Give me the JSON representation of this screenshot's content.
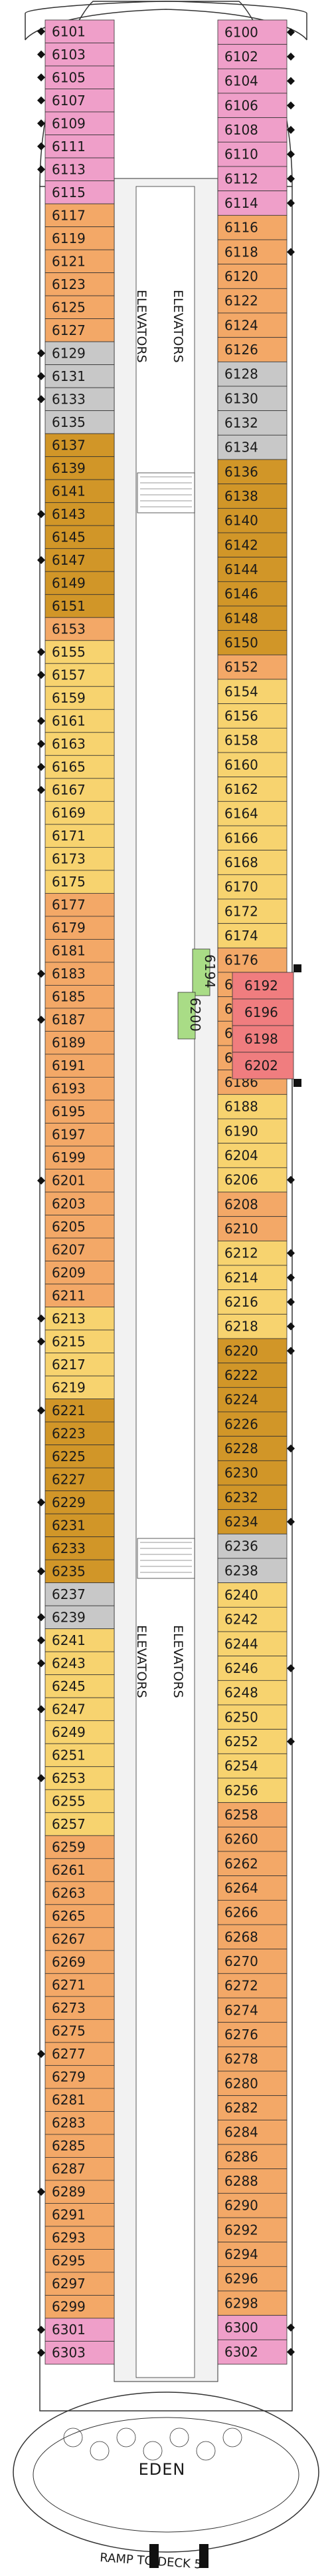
{
  "deck": {
    "colors": {
      "pink": "#ef9fc9",
      "orange": "#f3a867",
      "gold": "#d19628",
      "yellow": "#f7d36f",
      "gray": "#c8c8c8",
      "green": "#a9dc86",
      "red": "#f07d7f",
      "corridor": "#f2f2f2",
      "outline": "#333333"
    },
    "elevator_label": "ELEVATORS",
    "eden_label": "EDEN",
    "ramp_label": "RAMP TO DECK 5",
    "port_cabins": [
      {
        "n": "6101",
        "c": "pink",
        "i": "diamond"
      },
      {
        "n": "6103",
        "c": "pink",
        "i": "diamond"
      },
      {
        "n": "6105",
        "c": "pink",
        "i": "diamond"
      },
      {
        "n": "6107",
        "c": "pink",
        "i": "diamond"
      },
      {
        "n": "6109",
        "c": "pink",
        "i": "diamond"
      },
      {
        "n": "6111",
        "c": "pink",
        "i": "diamond"
      },
      {
        "n": "6113",
        "c": "pink",
        "i": "diamond"
      },
      {
        "n": "6115",
        "c": "pink",
        "i": ""
      },
      {
        "n": "6117",
        "c": "orange",
        "i": ""
      },
      {
        "n": "6119",
        "c": "orange",
        "i": ""
      },
      {
        "n": "6121",
        "c": "orange",
        "i": ""
      },
      {
        "n": "6123",
        "c": "orange",
        "i": ""
      },
      {
        "n": "6125",
        "c": "orange",
        "i": ""
      },
      {
        "n": "6127",
        "c": "orange",
        "i": ""
      },
      {
        "n": "6129",
        "c": "gray",
        "i": "diamond"
      },
      {
        "n": "6131",
        "c": "gray",
        "i": "diamond"
      },
      {
        "n": "6133",
        "c": "gray",
        "i": "diamond"
      },
      {
        "n": "6135",
        "c": "gray",
        "i": ""
      },
      {
        "n": "6137",
        "c": "gold",
        "i": ""
      },
      {
        "n": "6139",
        "c": "gold",
        "i": ""
      },
      {
        "n": "6141",
        "c": "gold",
        "i": ""
      },
      {
        "n": "6143",
        "c": "gold",
        "i": "diamond"
      },
      {
        "n": "6145",
        "c": "gold",
        "i": ""
      },
      {
        "n": "6147",
        "c": "gold",
        "i": "diamond"
      },
      {
        "n": "6149",
        "c": "gold",
        "i": ""
      },
      {
        "n": "6151",
        "c": "gold",
        "i": ""
      },
      {
        "n": "6153",
        "c": "orange",
        "i": ""
      },
      {
        "n": "6155",
        "c": "yellow",
        "i": "diamond"
      },
      {
        "n": "6157",
        "c": "yellow",
        "i": "diamond"
      },
      {
        "n": "6159",
        "c": "yellow",
        "i": ""
      },
      {
        "n": "6161",
        "c": "yellow",
        "i": "diamond"
      },
      {
        "n": "6163",
        "c": "yellow",
        "i": "diamond"
      },
      {
        "n": "6165",
        "c": "yellow",
        "i": "diamond"
      },
      {
        "n": "6167",
        "c": "yellow",
        "i": "diamond"
      },
      {
        "n": "6169",
        "c": "yellow",
        "i": ""
      },
      {
        "n": "6171",
        "c": "yellow",
        "i": ""
      },
      {
        "n": "6173",
        "c": "yellow",
        "i": ""
      },
      {
        "n": "6175",
        "c": "yellow",
        "i": ""
      },
      {
        "n": "6177",
        "c": "orange",
        "i": ""
      },
      {
        "n": "6179",
        "c": "orange",
        "i": ""
      },
      {
        "n": "6181",
        "c": "orange",
        "i": ""
      },
      {
        "n": "6183",
        "c": "orange",
        "i": "diamond"
      },
      {
        "n": "6185",
        "c": "orange",
        "i": ""
      },
      {
        "n": "6187",
        "c": "orange",
        "i": "diamond"
      },
      {
        "n": "6189",
        "c": "orange",
        "i": ""
      },
      {
        "n": "6191",
        "c": "orange",
        "i": ""
      },
      {
        "n": "6193",
        "c": "orange",
        "i": ""
      },
      {
        "n": "6195",
        "c": "orange",
        "i": ""
      },
      {
        "n": "6197",
        "c": "orange",
        "i": ""
      },
      {
        "n": "6199",
        "c": "orange",
        "i": ""
      },
      {
        "n": "6201",
        "c": "orange",
        "i": "diamond"
      },
      {
        "n": "6203",
        "c": "orange",
        "i": ""
      },
      {
        "n": "6205",
        "c": "orange",
        "i": ""
      },
      {
        "n": "6207",
        "c": "orange",
        "i": ""
      },
      {
        "n": "6209",
        "c": "orange",
        "i": ""
      },
      {
        "n": "6211",
        "c": "orange",
        "i": ""
      },
      {
        "n": "6213",
        "c": "yellow",
        "i": "diamond"
      },
      {
        "n": "6215",
        "c": "yellow",
        "i": "diamond"
      },
      {
        "n": "6217",
        "c": "yellow",
        "i": ""
      },
      {
        "n": "6219",
        "c": "yellow",
        "i": ""
      },
      {
        "n": "6221",
        "c": "gold",
        "i": "diamond"
      },
      {
        "n": "6223",
        "c": "gold",
        "i": ""
      },
      {
        "n": "6225",
        "c": "gold",
        "i": ""
      },
      {
        "n": "6227",
        "c": "gold",
        "i": ""
      },
      {
        "n": "6229",
        "c": "gold",
        "i": "diamond"
      },
      {
        "n": "6231",
        "c": "gold",
        "i": ""
      },
      {
        "n": "6233",
        "c": "gold",
        "i": ""
      },
      {
        "n": "6235",
        "c": "gold",
        "i": "diamond"
      },
      {
        "n": "6237",
        "c": "gray",
        "i": ""
      },
      {
        "n": "6239",
        "c": "gray",
        "i": "diamond"
      },
      {
        "n": "6241",
        "c": "yellow",
        "i": "diamond"
      },
      {
        "n": "6243",
        "c": "yellow",
        "i": "diamond"
      },
      {
        "n": "6245",
        "c": "yellow",
        "i": ""
      },
      {
        "n": "6247",
        "c": "yellow",
        "i": "diamond"
      },
      {
        "n": "6249",
        "c": "yellow",
        "i": ""
      },
      {
        "n": "6251",
        "c": "yellow",
        "i": ""
      },
      {
        "n": "6253",
        "c": "yellow",
        "i": "diamond"
      },
      {
        "n": "6255",
        "c": "yellow",
        "i": ""
      },
      {
        "n": "6257",
        "c": "yellow",
        "i": ""
      },
      {
        "n": "6259",
        "c": "orange",
        "i": ""
      },
      {
        "n": "6261",
        "c": "orange",
        "i": ""
      },
      {
        "n": "6263",
        "c": "orange",
        "i": ""
      },
      {
        "n": "6265",
        "c": "orange",
        "i": ""
      },
      {
        "n": "6267",
        "c": "orange",
        "i": ""
      },
      {
        "n": "6269",
        "c": "orange",
        "i": ""
      },
      {
        "n": "6271",
        "c": "orange",
        "i": ""
      },
      {
        "n": "6273",
        "c": "orange",
        "i": ""
      },
      {
        "n": "6275",
        "c": "orange",
        "i": ""
      },
      {
        "n": "6277",
        "c": "orange",
        "i": "diamond"
      },
      {
        "n": "6279",
        "c": "orange",
        "i": ""
      },
      {
        "n": "6281",
        "c": "orange",
        "i": ""
      },
      {
        "n": "6283",
        "c": "orange",
        "i": ""
      },
      {
        "n": "6285",
        "c": "orange",
        "i": ""
      },
      {
        "n": "6287",
        "c": "orange",
        "i": ""
      },
      {
        "n": "6289",
        "c": "orange",
        "i": "diamond"
      },
      {
        "n": "6291",
        "c": "orange",
        "i": ""
      },
      {
        "n": "6293",
        "c": "orange",
        "i": ""
      },
      {
        "n": "6295",
        "c": "orange",
        "i": ""
      },
      {
        "n": "6297",
        "c": "orange",
        "i": ""
      },
      {
        "n": "6299",
        "c": "orange",
        "i": ""
      },
      {
        "n": "6301",
        "c": "pink",
        "i": "diamond"
      },
      {
        "n": "6303",
        "c": "pink",
        "i": "diamond"
      }
    ],
    "starboard_cabins": [
      {
        "n": "6100",
        "c": "pink",
        "i": "diamond"
      },
      {
        "n": "6102",
        "c": "pink",
        "i": "diamond"
      },
      {
        "n": "6104",
        "c": "pink",
        "i": "diamond"
      },
      {
        "n": "6106",
        "c": "pink",
        "i": "diamond"
      },
      {
        "n": "6108",
        "c": "pink",
        "i": "diamond"
      },
      {
        "n": "6110",
        "c": "pink",
        "i": "diamond"
      },
      {
        "n": "6112",
        "c": "pink",
        "i": "diamond"
      },
      {
        "n": "6114",
        "c": "pink",
        "i": "diamond"
      },
      {
        "n": "6116",
        "c": "orange",
        "i": ""
      },
      {
        "n": "6118",
        "c": "orange",
        "i": "diamond"
      },
      {
        "n": "6120",
        "c": "orange",
        "i": ""
      },
      {
        "n": "6122",
        "c": "orange",
        "i": ""
      },
      {
        "n": "6124",
        "c": "orange",
        "i": ""
      },
      {
        "n": "6126",
        "c": "orange",
        "i": ""
      },
      {
        "n": "6128",
        "c": "gray",
        "i": ""
      },
      {
        "n": "6130",
        "c": "gray",
        "i": ""
      },
      {
        "n": "6132",
        "c": "gray",
        "i": ""
      },
      {
        "n": "6134",
        "c": "gray",
        "i": ""
      },
      {
        "n": "6136",
        "c": "gold",
        "i": ""
      },
      {
        "n": "6138",
        "c": "gold",
        "i": ""
      },
      {
        "n": "6140",
        "c": "gold",
        "i": ""
      },
      {
        "n": "6142",
        "c": "gold",
        "i": ""
      },
      {
        "n": "6144",
        "c": "gold",
        "i": ""
      },
      {
        "n": "6146",
        "c": "gold",
        "i": ""
      },
      {
        "n": "6148",
        "c": "gold",
        "i": ""
      },
      {
        "n": "6150",
        "c": "gold",
        "i": ""
      },
      {
        "n": "6152",
        "c": "orange",
        "i": ""
      },
      {
        "n": "6154",
        "c": "yellow",
        "i": ""
      },
      {
        "n": "6156",
        "c": "yellow",
        "i": ""
      },
      {
        "n": "6158",
        "c": "yellow",
        "i": ""
      },
      {
        "n": "6160",
        "c": "yellow",
        "i": ""
      },
      {
        "n": "6162",
        "c": "yellow",
        "i": ""
      },
      {
        "n": "6164",
        "c": "yellow",
        "i": ""
      },
      {
        "n": "6166",
        "c": "yellow",
        "i": ""
      },
      {
        "n": "6168",
        "c": "yellow",
        "i": ""
      },
      {
        "n": "6170",
        "c": "yellow",
        "i": ""
      },
      {
        "n": "6172",
        "c": "yellow",
        "i": ""
      },
      {
        "n": "6174",
        "c": "yellow",
        "i": ""
      },
      {
        "n": "6176",
        "c": "orange",
        "i": ""
      },
      {
        "n": "6178",
        "c": "orange",
        "i": ""
      },
      {
        "n": "6180",
        "c": "orange",
        "i": ""
      },
      {
        "n": "6182",
        "c": "orange",
        "i": ""
      },
      {
        "n": "6184",
        "c": "orange",
        "i": ""
      },
      {
        "n": "6186",
        "c": "orange",
        "i": ""
      },
      {
        "n": "6188",
        "c": "yellow",
        "i": ""
      },
      {
        "n": "6190",
        "c": "yellow",
        "i": ""
      },
      {
        "n": "6204",
        "c": "yellow",
        "i": ""
      },
      {
        "n": "6206",
        "c": "yellow",
        "i": "diamond"
      },
      {
        "n": "6208",
        "c": "orange",
        "i": ""
      },
      {
        "n": "6210",
        "c": "orange",
        "i": ""
      },
      {
        "n": "6212",
        "c": "yellow",
        "i": "diamond"
      },
      {
        "n": "6214",
        "c": "yellow",
        "i": "diamond"
      },
      {
        "n": "6216",
        "c": "yellow",
        "i": "diamond"
      },
      {
        "n": "6218",
        "c": "yellow",
        "i": "diamond"
      },
      {
        "n": "6220",
        "c": "gold",
        "i": "diamond"
      },
      {
        "n": "6222",
        "c": "gold",
        "i": ""
      },
      {
        "n": "6224",
        "c": "gold",
        "i": ""
      },
      {
        "n": "6226",
        "c": "gold",
        "i": ""
      },
      {
        "n": "6228",
        "c": "gold",
        "i": "diamond"
      },
      {
        "n": "6230",
        "c": "gold",
        "i": ""
      },
      {
        "n": "6232",
        "c": "gold",
        "i": ""
      },
      {
        "n": "6234",
        "c": "gold",
        "i": "diamond"
      },
      {
        "n": "6236",
        "c": "gray",
        "i": ""
      },
      {
        "n": "6238",
        "c": "gray",
        "i": ""
      },
      {
        "n": "6240",
        "c": "yellow",
        "i": ""
      },
      {
        "n": "6242",
        "c": "yellow",
        "i": ""
      },
      {
        "n": "6244",
        "c": "yellow",
        "i": ""
      },
      {
        "n": "6246",
        "c": "yellow",
        "i": "diamond"
      },
      {
        "n": "6248",
        "c": "yellow",
        "i": ""
      },
      {
        "n": "6250",
        "c": "yellow",
        "i": ""
      },
      {
        "n": "6252",
        "c": "yellow",
        "i": "diamond"
      },
      {
        "n": "6254",
        "c": "yellow",
        "i": ""
      },
      {
        "n": "6256",
        "c": "yellow",
        "i": ""
      },
      {
        "n": "6258",
        "c": "orange",
        "i": ""
      },
      {
        "n": "6260",
        "c": "orange",
        "i": ""
      },
      {
        "n": "6262",
        "c": "orange",
        "i": ""
      },
      {
        "n": "6264",
        "c": "orange",
        "i": ""
      },
      {
        "n": "6266",
        "c": "orange",
        "i": ""
      },
      {
        "n": "6268",
        "c": "orange",
        "i": ""
      },
      {
        "n": "6270",
        "c": "orange",
        "i": ""
      },
      {
        "n": "6272",
        "c": "orange",
        "i": ""
      },
      {
        "n": "6274",
        "c": "orange",
        "i": ""
      },
      {
        "n": "6276",
        "c": "orange",
        "i": ""
      },
      {
        "n": "6278",
        "c": "orange",
        "i": ""
      },
      {
        "n": "6280",
        "c": "orange",
        "i": ""
      },
      {
        "n": "6282",
        "c": "orange",
        "i": ""
      },
      {
        "n": "6284",
        "c": "orange",
        "i": ""
      },
      {
        "n": "6286",
        "c": "orange",
        "i": ""
      },
      {
        "n": "6288",
        "c": "orange",
        "i": ""
      },
      {
        "n": "6290",
        "c": "orange",
        "i": ""
      },
      {
        "n": "6292",
        "c": "orange",
        "i": ""
      },
      {
        "n": "6294",
        "c": "orange",
        "i": ""
      },
      {
        "n": "6296",
        "c": "orange",
        "i": ""
      },
      {
        "n": "6298",
        "c": "orange",
        "i": ""
      },
      {
        "n": "6300",
        "c": "pink",
        "i": "diamond"
      },
      {
        "n": "6302",
        "c": "pink",
        "i": "diamond"
      }
    ],
    "inner_cabins": [
      {
        "n": "6194",
        "c": "green"
      },
      {
        "n": "6200",
        "c": "green"
      }
    ],
    "suite_cabins": [
      {
        "n": "6192",
        "c": "red"
      },
      {
        "n": "6196",
        "c": "red"
      },
      {
        "n": "6198",
        "c": "red"
      },
      {
        "n": "6202",
        "c": "red"
      }
    ]
  }
}
